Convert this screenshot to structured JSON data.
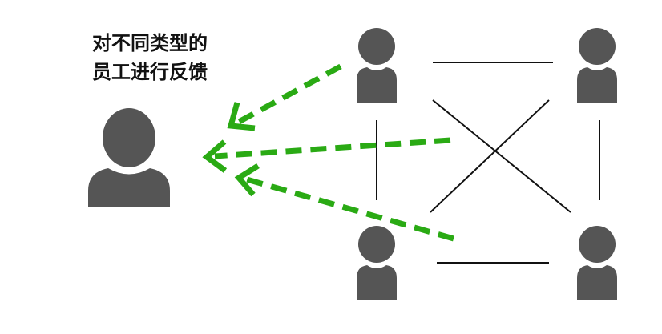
{
  "title": {
    "line1": "对不同类型的",
    "line2": "员工进行反馈"
  },
  "colors": {
    "person": "#555555",
    "arrow": "#2aaa14",
    "line": "#111111"
  },
  "nodes": [
    {
      "id": "manager",
      "icon": "person-icon"
    },
    {
      "id": "employee-top-left",
      "icon": "person-icon"
    },
    {
      "id": "employee-top-right",
      "icon": "person-icon"
    },
    {
      "id": "employee-bottom-left",
      "icon": "person-icon"
    },
    {
      "id": "employee-bottom-right",
      "icon": "person-icon"
    }
  ]
}
